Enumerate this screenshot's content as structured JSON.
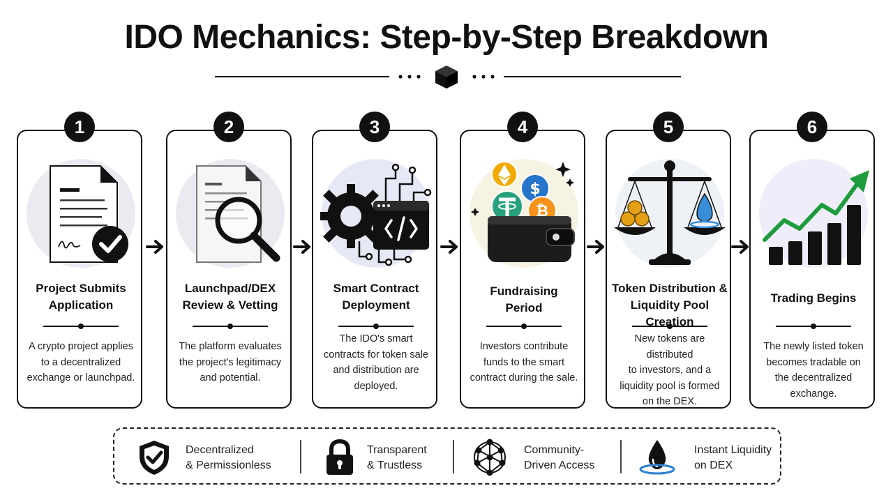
{
  "title": "IDO Mechanics: Step-by-Step Breakdown",
  "steps": [
    {
      "number": "1",
      "title_line1": "Project Submits",
      "title_line2": "Application",
      "desc_lines": [
        "A crypto project applies",
        "to a decentralized",
        "exchange or launchpad."
      ]
    },
    {
      "number": "2",
      "title_line1": "Launchpad/DEX",
      "title_line2": "Review & Vetting",
      "desc_lines": [
        "The platform evaluates",
        "the project's legitimacy",
        "and potential."
      ]
    },
    {
      "number": "3",
      "title_line1": "Smart Contract",
      "title_line2": "Deployment",
      "desc_lines": [
        "The IDO's smart",
        "contracts for token sale",
        "and distribution are",
        "deployed."
      ]
    },
    {
      "number": "4",
      "title_line1": "Fundraising",
      "title_line2": "Period",
      "desc_lines": [
        "Investors contribute",
        "funds to the smart",
        "contract during the sale."
      ]
    },
    {
      "number": "5",
      "title_line1": "Token Distribution &",
      "title_line2": "Liquidity Pool Creation",
      "desc_lines": [
        "New tokens are distributed",
        "to investors, and a",
        "liquidity pool is formed",
        "on the DEX."
      ]
    },
    {
      "number": "6",
      "title_line1": "Trading Begins",
      "title_line2": "",
      "desc_lines": [
        "The newly listed token",
        "becomes tradable on",
        "the decentralized",
        "exchange."
      ]
    }
  ],
  "features": [
    {
      "icon": "shield-check-icon",
      "line1": "Decentralized",
      "line2": "& Permissionless"
    },
    {
      "icon": "padlock-icon",
      "line1": "Transparent",
      "line2": "& Trustless"
    },
    {
      "icon": "network-icon",
      "line1": "Community-",
      "line2": "Driven Access"
    },
    {
      "icon": "water-drop-icon",
      "line1": "Instant Liquidity",
      "line2": "on DEX"
    }
  ]
}
